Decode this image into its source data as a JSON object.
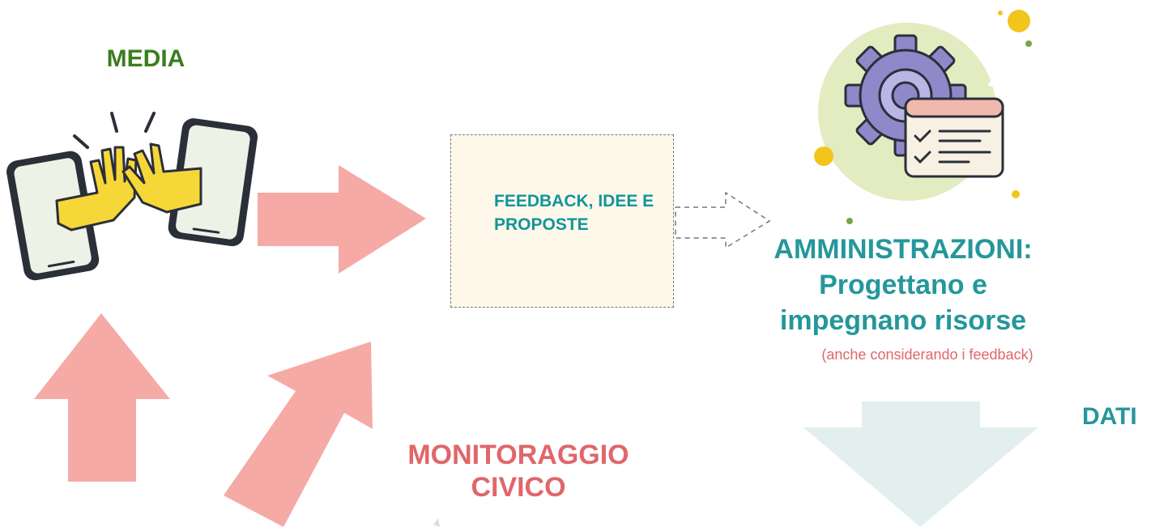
{
  "labels": {
    "media": "MEDIA",
    "feedback": "FEEDBACK, IDEE E PROPOSTE",
    "admin_title": "AMMINISTRAZIONI: Progettano e impegnano risorse",
    "admin_note": "(anche considerando i feedback)",
    "dati": "DATI",
    "monitoraggio": "MONITORAGGIO CIVICO"
  },
  "icons": {
    "media": "high-five-phones-icon",
    "admin": "gear-checklist-icon"
  },
  "colors": {
    "arrow_salmon": "#f5aaa6",
    "arrow_light": "#e3eeee",
    "media_green": "#3c7d1e",
    "teal": "#24979b",
    "coral": "#e0666a",
    "box_fill": "#fdf8ea"
  }
}
